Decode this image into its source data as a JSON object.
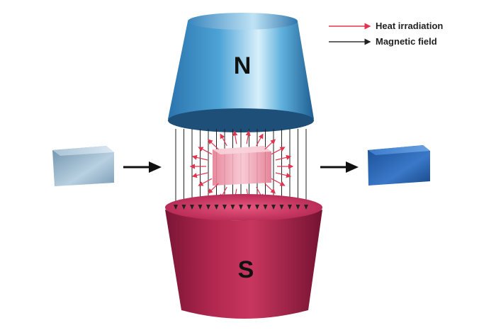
{
  "magnet": {
    "north_label": "N",
    "south_label": "S",
    "north_color": "#2f7fb7",
    "south_color": "#9e1f45"
  },
  "legend": {
    "items": [
      {
        "label": "Heat irradiation",
        "color": "#e0354f"
      },
      {
        "label": "Magnetic field",
        "color": "#333333"
      }
    ]
  },
  "materials": {
    "input_block_color": "#8fb2c9",
    "sample_color": "#f3a9b9",
    "output_block_color": "#1f5fb0"
  },
  "arrow_icons": [
    "arrow-right-icon",
    "arrow-right-icon"
  ]
}
